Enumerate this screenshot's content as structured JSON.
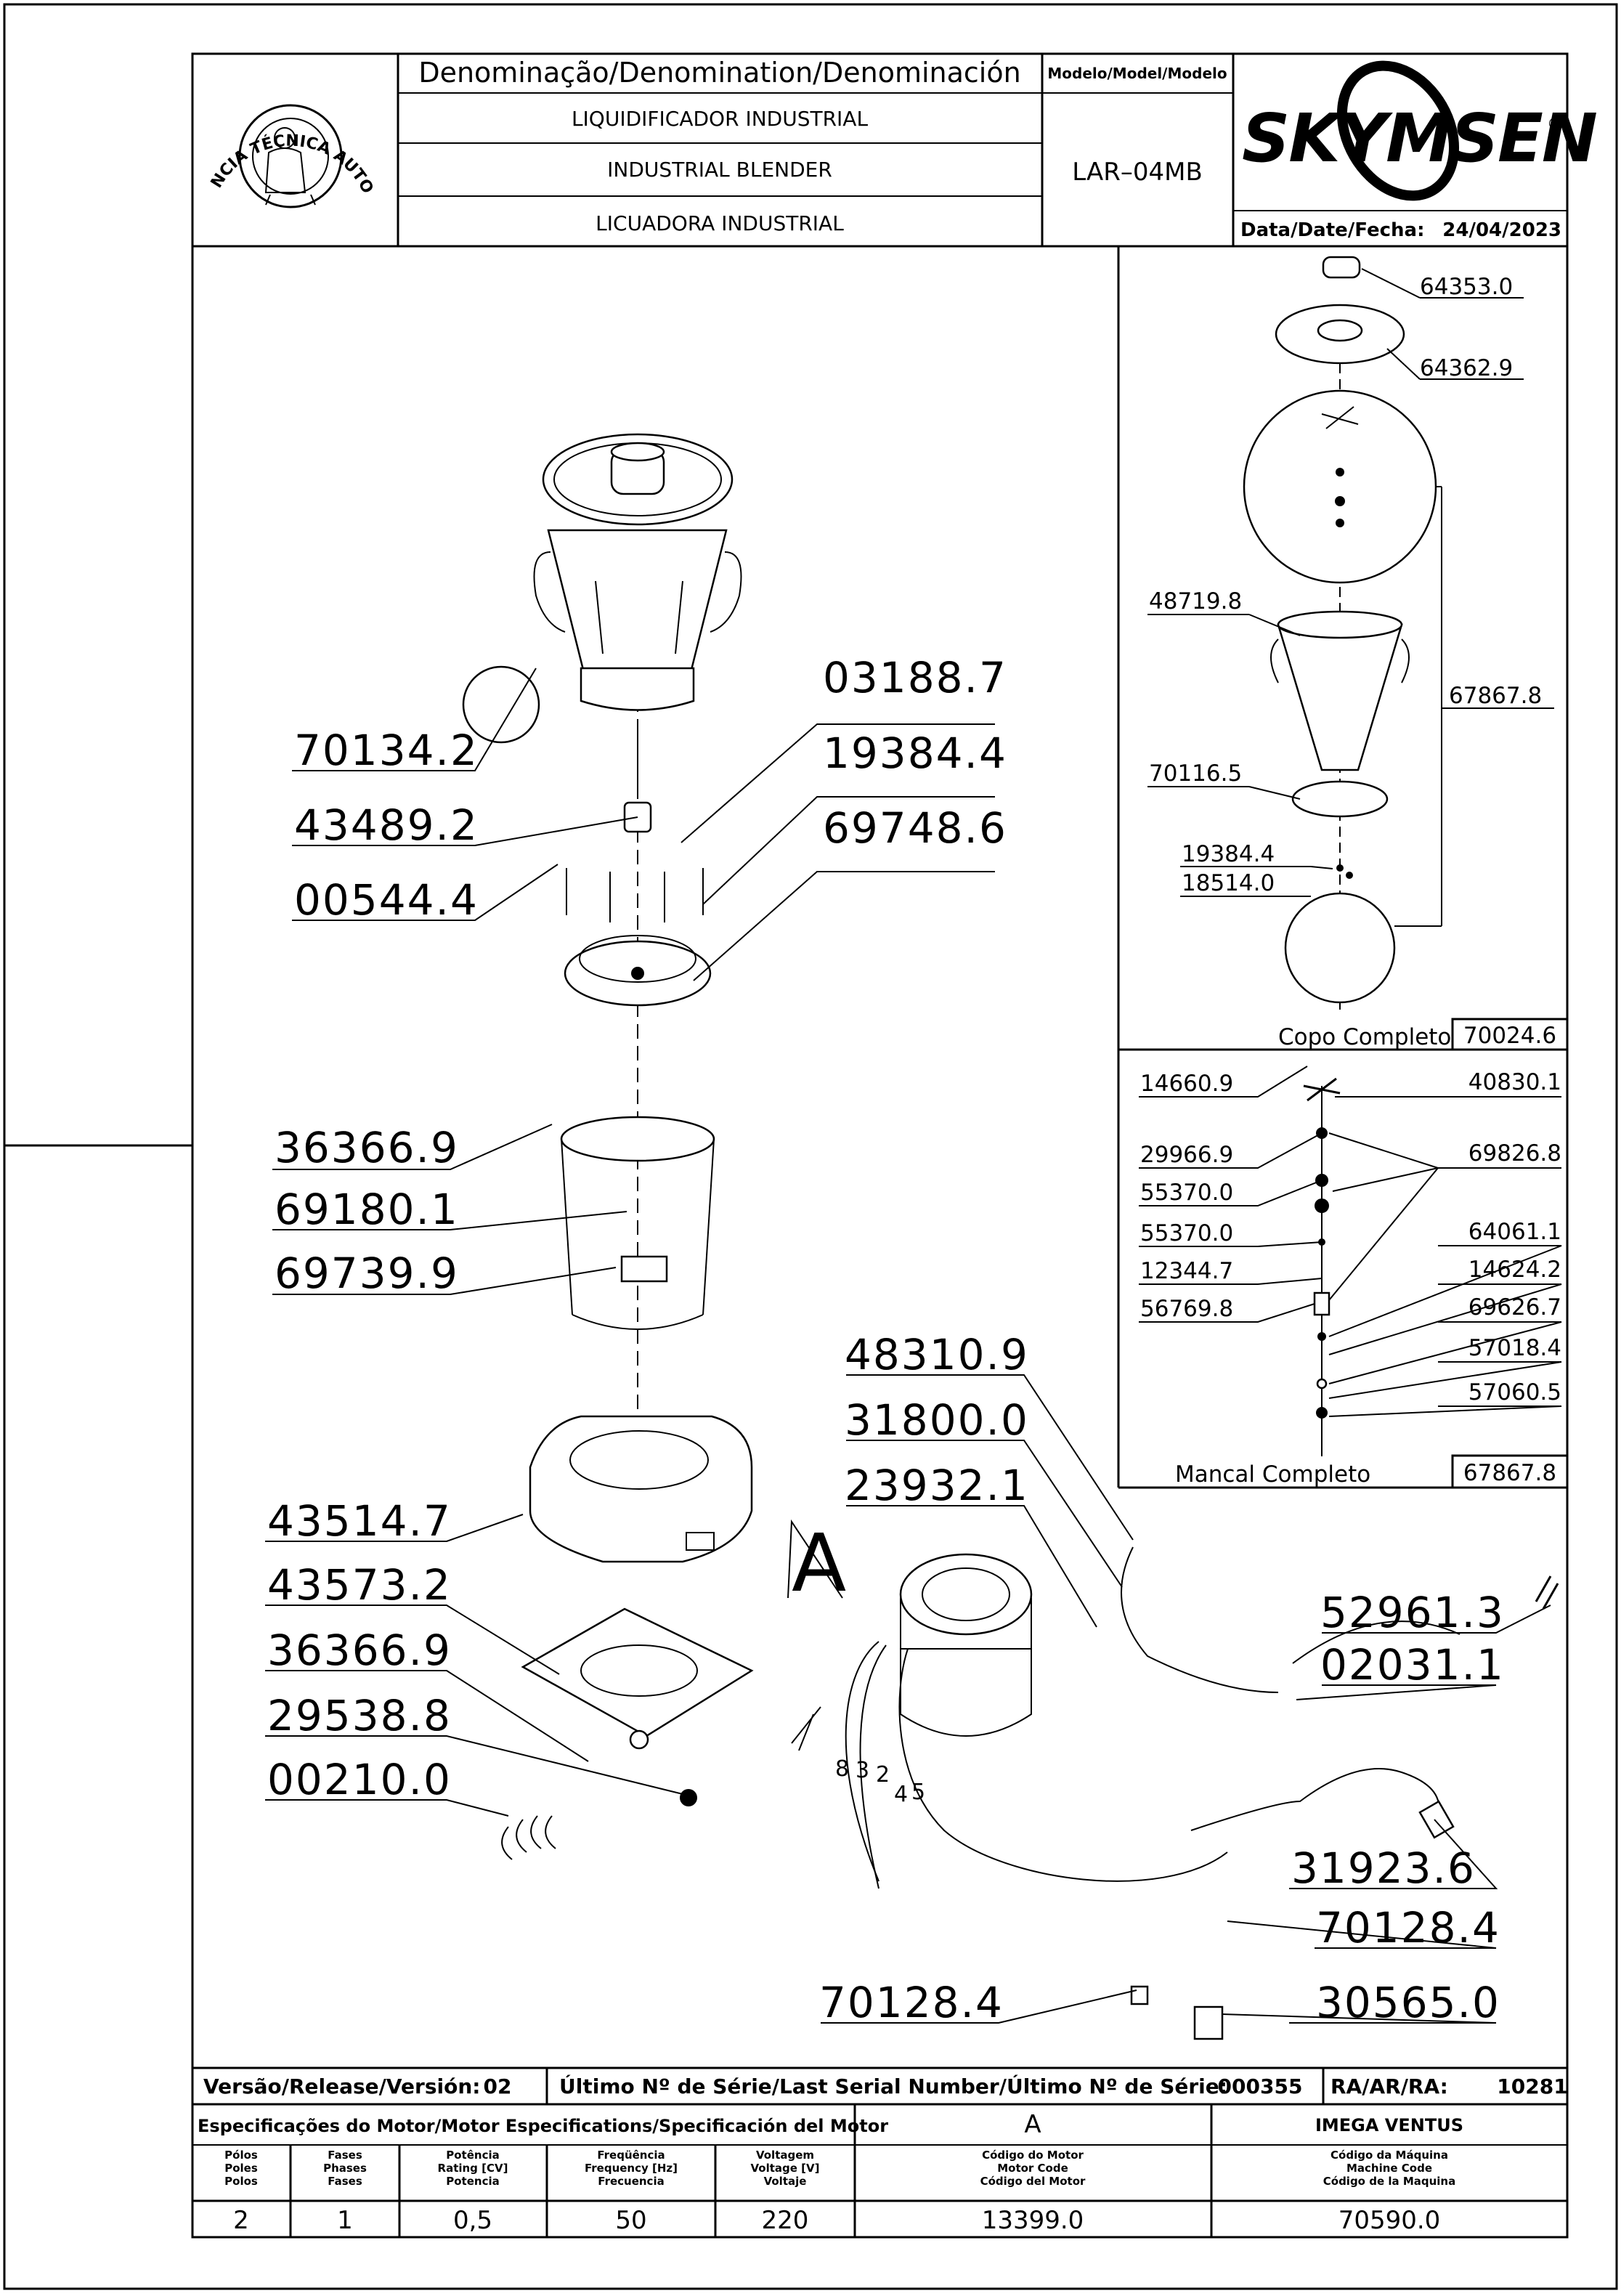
{
  "header": {
    "denomination_label": "Denominação/Denomination/Denominación",
    "name_pt": "LIQUIDIFICADOR INDUSTRIAL",
    "name_en": "INDUSTRIAL BLENDER",
    "name_es": "LICUADORA INDUSTRIAL",
    "model_label": "Modelo/Model/Modelo",
    "model_value": "LAR–04MB",
    "brand": "SKYMSEN",
    "registered_mark": "®",
    "date_label": "Data/Date/Fecha:",
    "date_value": "24/04/2023",
    "seal_text": "ASSISTÊNCIA TÉCNICA AUTORIZADA"
  },
  "main_callouts": [
    {
      "id": "70134.2"
    },
    {
      "id": "43489.2"
    },
    {
      "id": "00544.4"
    },
    {
      "id": "03188.7"
    },
    {
      "id": "19384.4"
    },
    {
      "id": "69748.6"
    },
    {
      "id": "36366.9"
    },
    {
      "id": "69180.1"
    },
    {
      "id": "69739.9"
    },
    {
      "id": "48310.9"
    },
    {
      "id": "31800.0"
    },
    {
      "id": "23932.1"
    },
    {
      "id": "43514.7"
    },
    {
      "id": "43573.2"
    },
    {
      "id": "36366.9"
    },
    {
      "id": "29538.8"
    },
    {
      "id": "00210.0"
    },
    {
      "id": "52961.3"
    },
    {
      "id": "02031.1"
    },
    {
      "id": "31923.6"
    },
    {
      "id": "70128.4"
    },
    {
      "id": "30565.0"
    },
    {
      "id": "70128.4"
    }
  ],
  "detail_label": "A",
  "wire_numbers": [
    "8",
    "3",
    "2",
    "4",
    "5"
  ],
  "cup_panel": {
    "title": "Copo  Completo",
    "code": "70024.6",
    "callouts": [
      "64353.0",
      "64362.9",
      "48719.8",
      "67867.8",
      "70116.5",
      "19384.4",
      "18514.0"
    ]
  },
  "bearing_panel": {
    "title": "Mancal  Completo",
    "code": "67867.8",
    "callouts": [
      "14660.9",
      "40830.1",
      "29966.9",
      "69826.8",
      "55370.0",
      "55370.0",
      "64061.1",
      "12344.7",
      "14624.2",
      "56769.8",
      "69626.7",
      "57018.4",
      "57060.5"
    ]
  },
  "footer": {
    "release_label": "Versão/Release/Versión:",
    "release_value": "02",
    "serial_label": "Último Nº de Série/Last Serial Number/Último Nº de Série:",
    "serial_value": "000355",
    "ra_label": "RA/AR/RA:",
    "ra_value": "10281",
    "spec_title": "Especificações do Motor/Motor Especifications/Specificación del Motor",
    "motor_letter": "A",
    "manufacturer": "IMEGA VENTUS",
    "columns": [
      {
        "h1": "Pólos",
        "h2": "Poles",
        "h3": "Polos",
        "value": "2"
      },
      {
        "h1": "Fases",
        "h2": "Phases",
        "h3": "Fases",
        "value": "1"
      },
      {
        "h1": "Potência",
        "h2": "Rating [CV]",
        "h3": "Potencia",
        "value": "0,5"
      },
      {
        "h1": "Freqüência",
        "h2": "Frequency [Hz]",
        "h3": "Frecuencia",
        "value": "50"
      },
      {
        "h1": "Voltagem",
        "h2": "Voltage [V]",
        "h3": "Voltaje",
        "value": "220"
      },
      {
        "h1": "Código do Motor",
        "h2": "Motor Code",
        "h3": "Código del Motor",
        "value": "13399.0"
      },
      {
        "h1": "Código da Máquina",
        "h2": "Machine Code",
        "h3": "Código de la Maquina",
        "value": "70590.0"
      }
    ]
  }
}
